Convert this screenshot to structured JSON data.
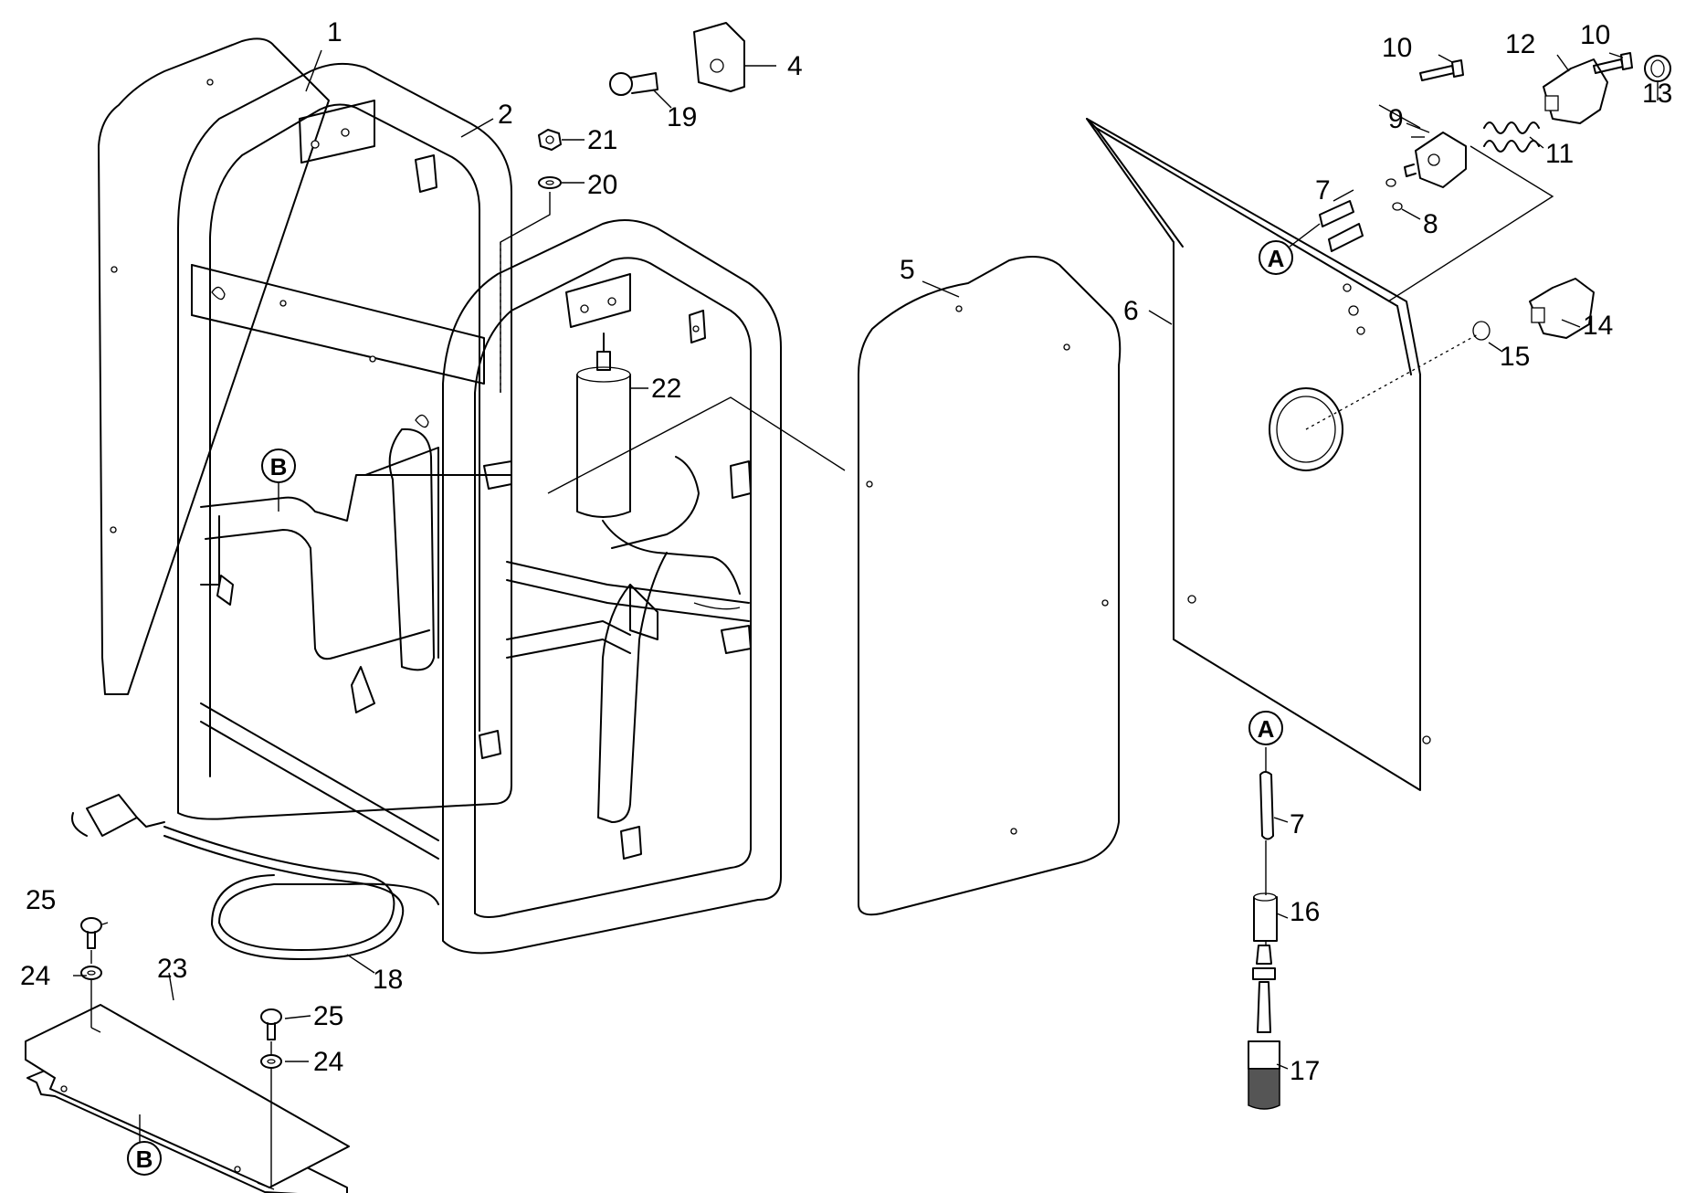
{
  "part_labels": {
    "p1": "1",
    "p2": "2",
    "p4": "4",
    "p5": "5",
    "p6": "6",
    "p7a": "7",
    "p7b": "7",
    "p8": "8",
    "p9": "9",
    "p10a": "10",
    "p10b": "10",
    "p11": "11",
    "p12": "12",
    "p13": "13",
    "p14": "14",
    "p15": "15",
    "p16": "16",
    "p17": "17",
    "p18": "18",
    "p19": "19",
    "p20": "20",
    "p21": "21",
    "p22": "22",
    "p23": "23",
    "p24a": "24",
    "p24b": "24",
    "p25a": "25",
    "p25b": "25"
  },
  "reference_markers": {
    "a_top": "A",
    "a_bottom": "A",
    "b_frame": "B",
    "b_plate": "B"
  }
}
